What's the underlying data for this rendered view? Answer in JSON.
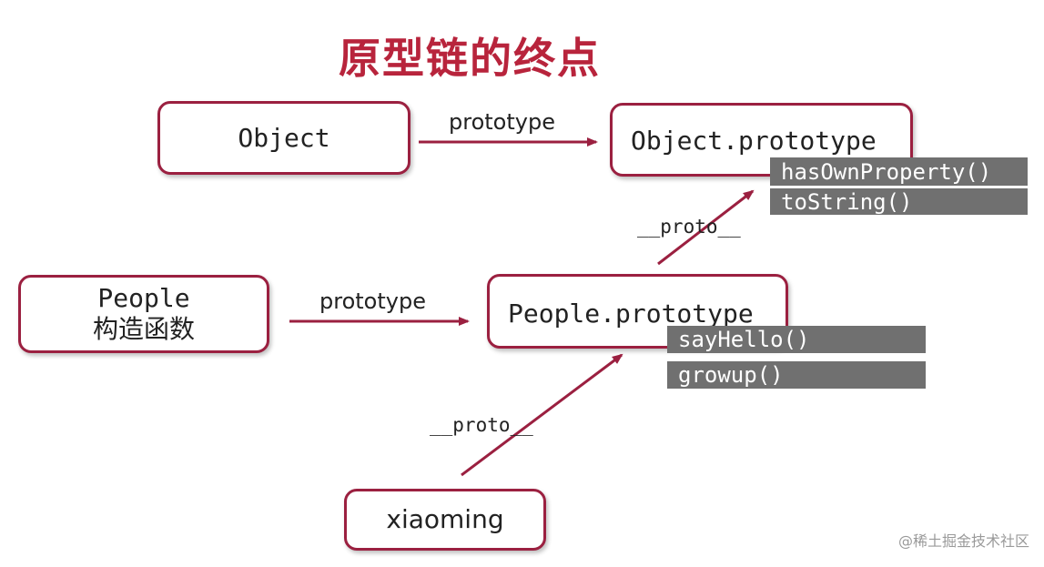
{
  "title": "原型链的终点",
  "nodes": {
    "object": "Object",
    "object_prototype": "Object.prototype",
    "people": "People",
    "people_sub": "构造函数",
    "people_prototype": "People.prototype",
    "xiaoming": "xiaoming"
  },
  "methods": {
    "object_prototype": [
      "hasOwnProperty()",
      "toString()"
    ],
    "people_prototype": [
      "sayHello()",
      "growup()"
    ]
  },
  "edges": {
    "object_to_prototype": "prototype",
    "people_to_prototype": "prototype",
    "people_prototype_proto": "__proto__",
    "xiaoming_proto": "__proto__"
  },
  "watermark": "@稀土掘金技术社区",
  "colors": {
    "accent": "#b8243c",
    "border": "#9b2040",
    "method_bg": "#707070"
  }
}
